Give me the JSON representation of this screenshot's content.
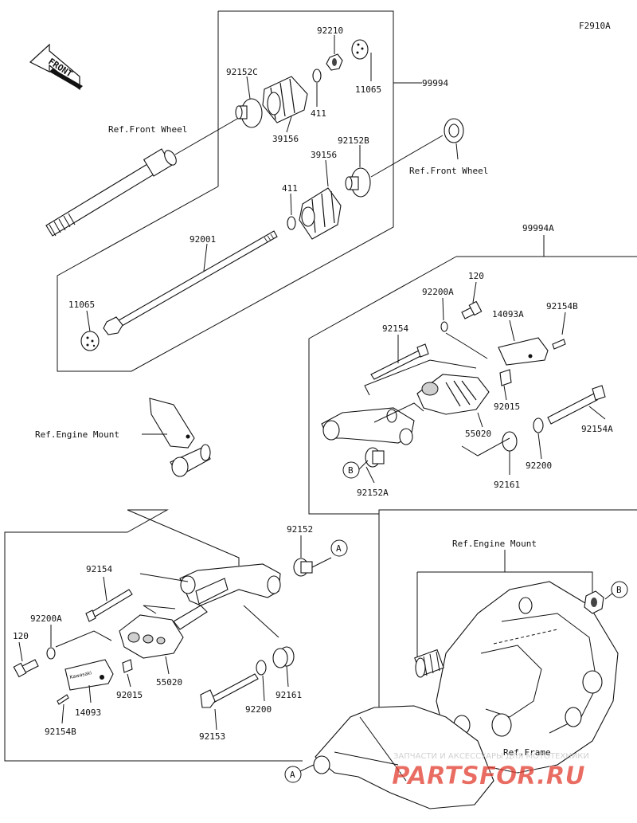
{
  "figure_code": "F2910A",
  "front_label": "FRONT",
  "labels": {
    "p92210": "92210",
    "p11065a": "11065",
    "p92152C": "92152C",
    "p99994": "99994",
    "p411a": "411",
    "p39156a": "39156",
    "ref_front_wheel_1": "Ref.Front Wheel",
    "p39156b": "39156",
    "p92152B": "92152B",
    "ref_front_wheel_2": "Ref.Front Wheel",
    "p411b": "411",
    "p92001": "92001",
    "p11065b": "11065",
    "p99994A": "99994A",
    "p120a": "120",
    "p92200A_a": "92200A",
    "p14093A": "14093A",
    "p92154B_a": "92154B",
    "p92154_a": "92154",
    "p92015_a": "92015",
    "p55020_a": "55020",
    "p92154A": "92154A",
    "ref_engine_mount_1": "Ref.Engine Mount",
    "pB_a": "B",
    "p92152A": "92152A",
    "p92161_a": "92161",
    "p92200_a": "92200",
    "p92152": "92152",
    "pA_a": "A",
    "p92154_b": "92154",
    "p92200A_b": "92200A",
    "p120b": "120",
    "p92015_b": "92015",
    "p55020_b": "55020",
    "p14093": "14093",
    "p92154B_b": "92154B",
    "p92153": "92153",
    "p92200_b": "92200",
    "p92161_b": "92161",
    "ref_engine_mount_2": "Ref.Engine Mount",
    "pB_b": "B",
    "ref_frame": "Ref.Frame",
    "pA_b": "A"
  },
  "watermark": {
    "line1": "ЗАПЧАСТИ И АКСЕССУАРЫ ДЛЯ МОТОТЕХНИКИ",
    "brand": "PARTSFOR.RU",
    "color": "#e23b2e"
  }
}
